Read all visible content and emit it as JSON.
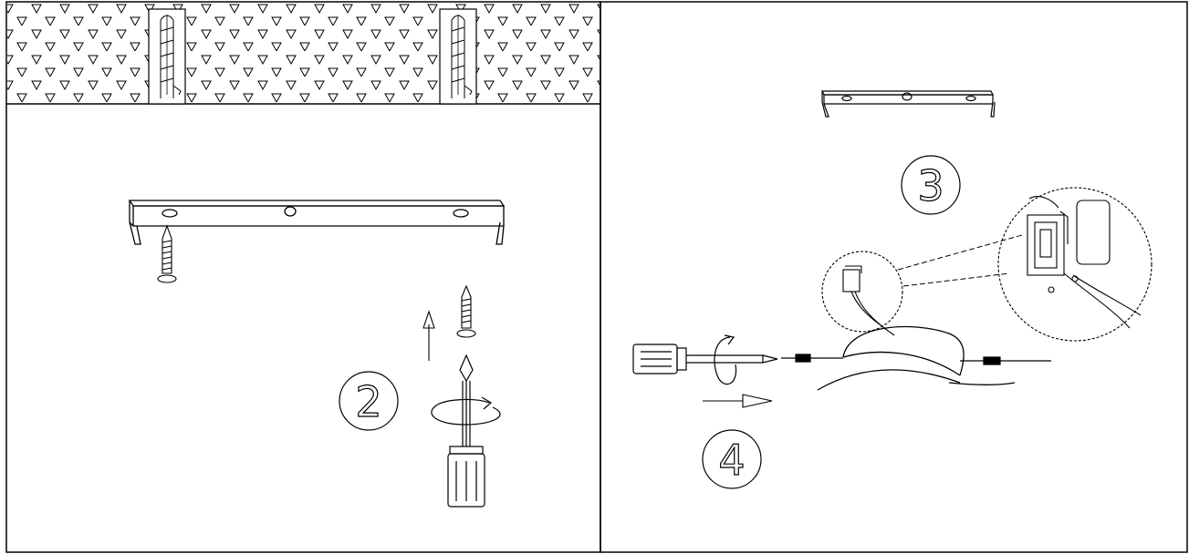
{
  "steps": {
    "step2": "2",
    "step3": "3",
    "step4": "4"
  },
  "colors": {
    "line": "#000000",
    "background": "#ffffff"
  }
}
